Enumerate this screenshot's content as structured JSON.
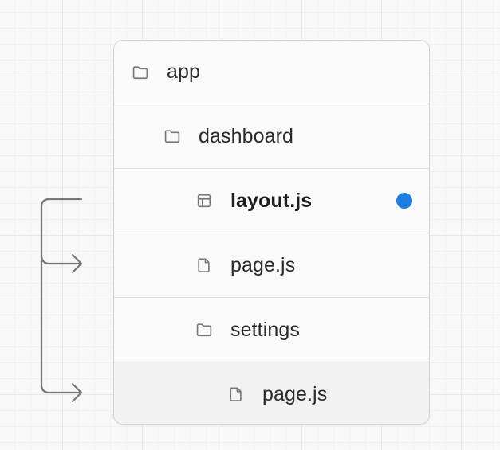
{
  "tree": {
    "rows": [
      {
        "label": "app",
        "icon": "folder-icon",
        "bold": false
      },
      {
        "label": "dashboard",
        "icon": "folder-icon",
        "bold": false
      },
      {
        "label": "layout.js",
        "icon": "layout-file-icon",
        "bold": true
      },
      {
        "label": "page.js",
        "icon": "file-icon",
        "bold": false
      },
      {
        "label": "settings",
        "icon": "folder-icon",
        "bold": false
      },
      {
        "label": "page.js",
        "icon": "file-icon",
        "bold": false
      }
    ]
  },
  "colors": {
    "status_dot": "#1f7fe0",
    "arrow": "#777777",
    "icon": "#787878"
  }
}
